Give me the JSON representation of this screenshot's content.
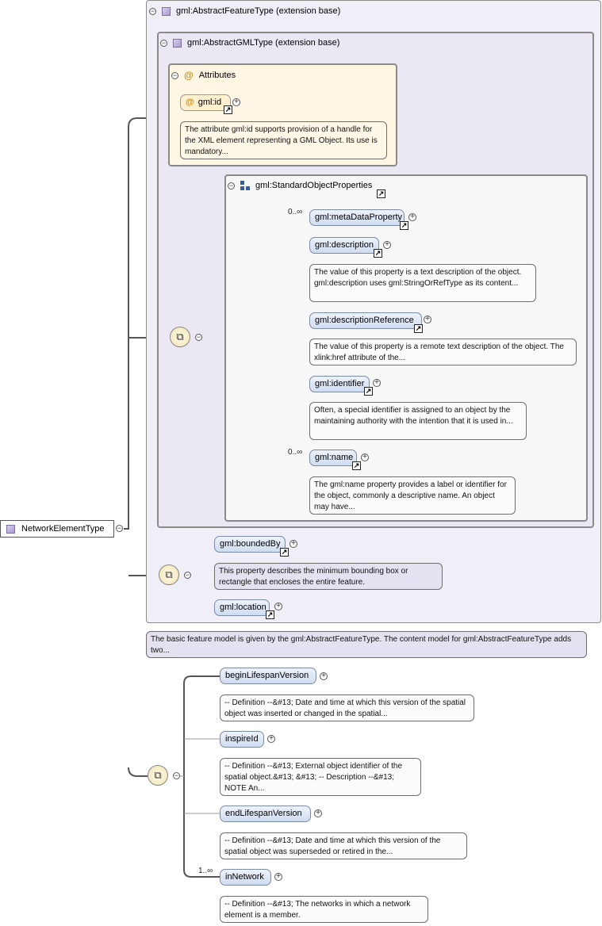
{
  "root": {
    "label": "NetworkElementType"
  },
  "feature_ext": {
    "title": "gml:AbstractFeatureType (extension base)",
    "doc": "The basic feature model is given by the gml:AbstractFeatureType. The content model for gml:AbstractFeatureType adds two..."
  },
  "gml_ext": {
    "title": "gml:AbstractGMLType (extension base)"
  },
  "attributes": {
    "title": "Attributes",
    "id": {
      "label": "gml:id",
      "doc": "The attribute gml:id supports provision of a handle for the XML element representing a GML Object. Its use is mandatory..."
    }
  },
  "std_props": {
    "title": "gml:StandardObjectProperties",
    "items": [
      {
        "label": "gml:metaDataProperty",
        "card": "0..∞",
        "doc": ""
      },
      {
        "label": "gml:description",
        "card": "",
        "doc": "The value of this property is a text description of the object. gml:description uses gml:StringOrRefType as its content..."
      },
      {
        "label": "gml:descriptionReference",
        "card": "",
        "doc": "The value of this property is a remote text description of the object. The xlink:href attribute of the..."
      },
      {
        "label": "gml:identifier",
        "card": "",
        "doc": "Often, a special identifier is assigned to an object by the maintaining authority with the intention that it is used in..."
      },
      {
        "label": "gml:name",
        "card": "0..∞",
        "doc": "The gml:name property provides a label or identifier for the object, commonly a descriptive name. An object may have..."
      }
    ]
  },
  "feature_props": {
    "items": [
      {
        "label": "gml:boundedBy",
        "doc": "This property describes the minimum bounding box or rectangle that encloses the entire feature."
      },
      {
        "label": "gml:location",
        "doc": ""
      }
    ]
  },
  "own_props": {
    "items": [
      {
        "label": "beginLifespanVersion",
        "card": "",
        "doc": "-- Definition --&#13; Date and time at which this version of the spatial object was inserted or changed in the spatial..."
      },
      {
        "label": "inspireId",
        "card": "",
        "doc": "-- Definition --&#13; External object identifier of the spatial object.&#13; &#13; -- Description --&#13; NOTE An..."
      },
      {
        "label": "endLifespanVersion",
        "card": "",
        "doc": "-- Definition --&#13; Date and time at which this version of the spatial object was superseded or retired in the..."
      },
      {
        "label": "inNetwork",
        "card": "1..∞",
        "doc": "-- Definition --&#13; The networks in which a network element is a member."
      }
    ]
  },
  "icons": {
    "sequence": "sequence-compositor-icon",
    "expand": "plus-icon",
    "collapse": "minus-icon",
    "link": "link-arrow-icon"
  },
  "colors": {
    "element_fill": "#d6e2f4",
    "extension_bg": "#ebe8f4",
    "attributes_bg": "#fff6e3"
  }
}
